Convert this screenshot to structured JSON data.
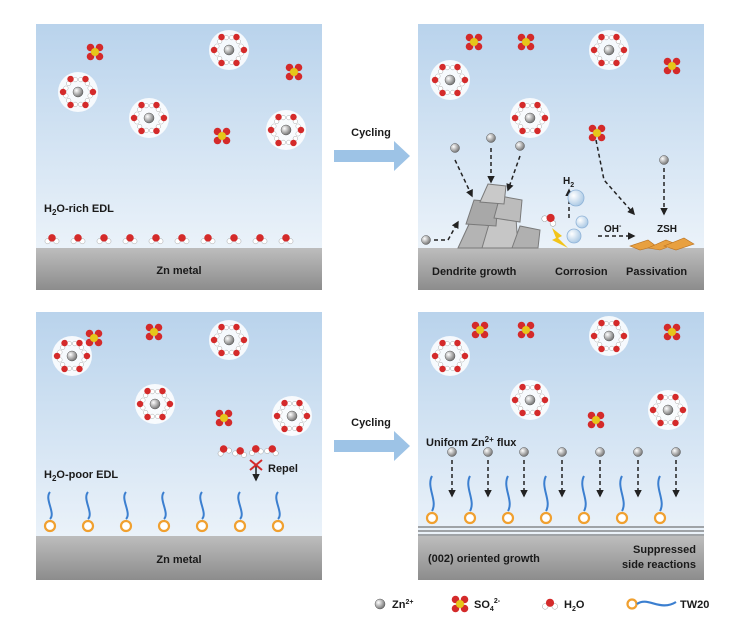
{
  "panels": {
    "top_left": {
      "edl_label": "H",
      "edl_sub": "2",
      "edl_rest": "O-rich EDL",
      "substrate": "Zn metal"
    },
    "top_right": {
      "dendrite": "Dendrite growth",
      "corrosion": "Corrosion",
      "passivation": "Passivation",
      "h2": "H",
      "h2_sub": "2",
      "oh": "OH",
      "oh_sup": "-",
      "zsh": "ZSH"
    },
    "bottom_left": {
      "edl_label": "H",
      "edl_sub": "2",
      "edl_rest": "O-poor EDL",
      "repel": "Repel",
      "substrate": "Zn metal"
    },
    "bottom_right": {
      "flux_a": "Uniform Zn",
      "flux_sup": "2+",
      "flux_b": " flux",
      "oriented": "(002) oriented growth",
      "suppressed_1": "Suppressed",
      "suppressed_2": "side reactions"
    }
  },
  "arrows": {
    "top": "Cycling",
    "bottom": "Cycling"
  },
  "legend": {
    "zn": "Zn",
    "zn_sup": "2+",
    "so4": "SO",
    "so4_sub": "4",
    "so4_sup": "2-",
    "h2o_a": "H",
    "h2o_sub": "2",
    "h2o_b": "O",
    "tw20": "TW20"
  },
  "colors": {
    "solution_top": "#b9d3ec",
    "solution_bottom": "#f4f8fc",
    "substrate": "#9a9a9a",
    "arrow": "#9dc3e6",
    "oxygen": "#d42a2a",
    "sulfur": "#e6c61a",
    "zinc": "#8a8a8a",
    "tw20_tail": "#3b7fd0",
    "tw20_head": "#f0a030",
    "zsh": "#e8a040",
    "dendrite": "#b4b4b4"
  }
}
